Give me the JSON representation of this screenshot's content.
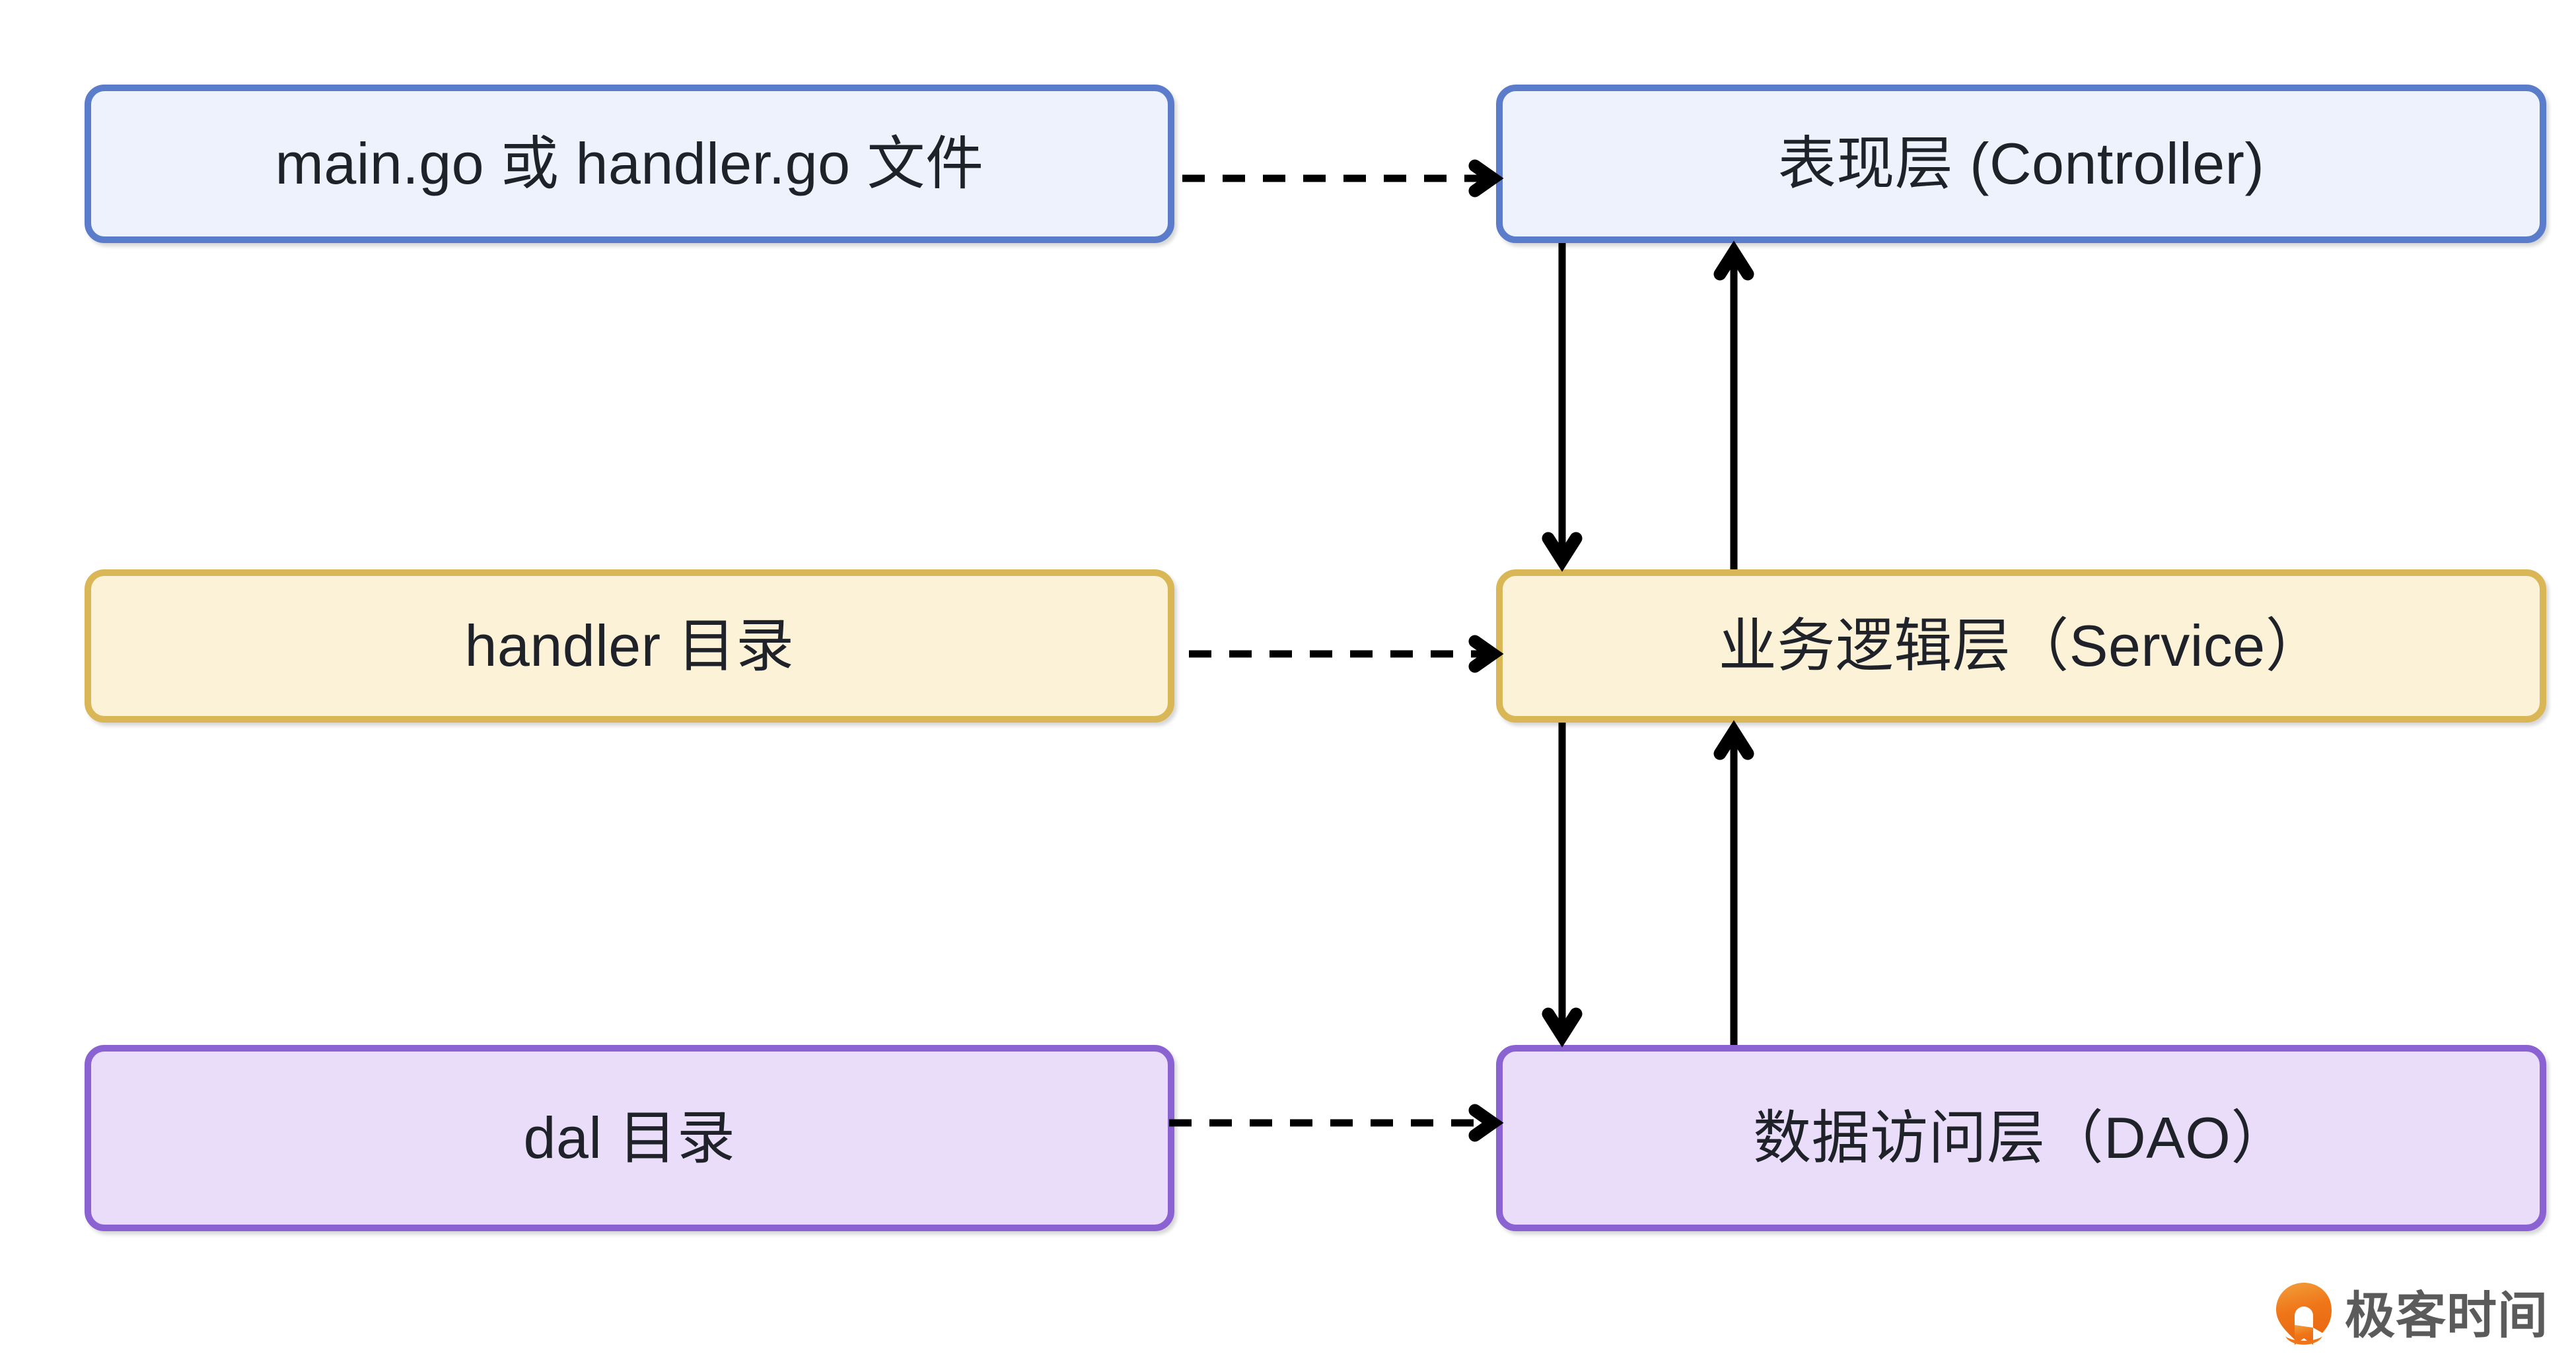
{
  "diagram": {
    "type": "layered-architecture-flow",
    "background": "#ffffff",
    "palette": {
      "blue_fill": "#edf2fc",
      "blue_stroke": "#5a7ccb",
      "yellow_fill": "#fcf2d8",
      "yellow_stroke": "#d9b656",
      "purple_fill": "#e9ddfa",
      "purple_stroke": "#8a62d1",
      "arrow": "#000000",
      "text": "#1f2229"
    },
    "nodes": {
      "source_main": "main.go 或 handler.go 文件",
      "source_handler": "handler 目录",
      "source_dal": "dal 目录",
      "layer_controller": "表现层 (Controller)",
      "layer_service": "业务逻辑层（Service）",
      "layer_dao": "数据访问层（DAO）"
    },
    "edges": [
      {
        "from": "source_main",
        "to": "layer_controller",
        "style": "dashed",
        "direction": "right"
      },
      {
        "from": "source_handler",
        "to": "layer_service",
        "style": "dashed",
        "direction": "right"
      },
      {
        "from": "source_dal",
        "to": "layer_dao",
        "style": "dashed",
        "direction": "right"
      },
      {
        "from": "layer_controller",
        "to": "layer_service",
        "style": "solid",
        "direction": "down"
      },
      {
        "from": "layer_service",
        "to": "layer_controller",
        "style": "solid",
        "direction": "up"
      },
      {
        "from": "layer_service",
        "to": "layer_dao",
        "style": "solid",
        "direction": "down"
      },
      {
        "from": "layer_dao",
        "to": "layer_service",
        "style": "solid",
        "direction": "up"
      }
    ]
  },
  "watermark": {
    "brand": "极客时间",
    "mark_color": "#ef7518",
    "text_color": "#5b5b5b"
  }
}
